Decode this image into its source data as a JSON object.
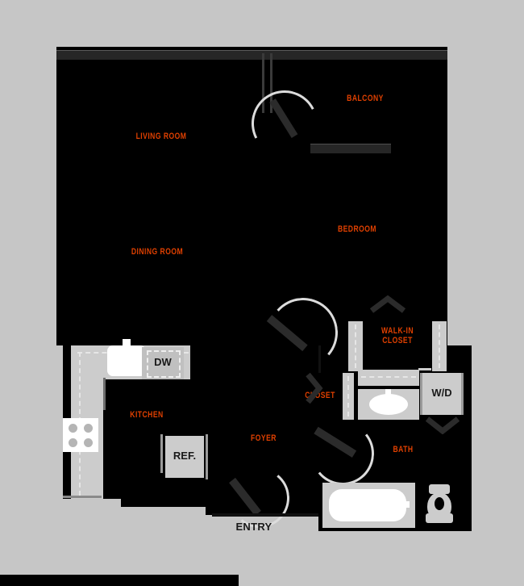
{
  "plan": {
    "title": "Apartment floor plan",
    "unit_type": "one bedroom",
    "colors": {
      "background": "#c6c6c6",
      "walls": "#000000",
      "floor": "#000000",
      "fixture": "#cccccc",
      "label_accent": "#e04000",
      "label_dark": "#1a1a1a",
      "railing": "#262626"
    }
  },
  "rooms": [
    {
      "key": "living_room",
      "label": "LIVING ROOM"
    },
    {
      "key": "dining_room",
      "label": "DINING ROOM"
    },
    {
      "key": "balcony",
      "label": "BALCONY"
    },
    {
      "key": "bedroom",
      "label": "BEDROOM"
    },
    {
      "key": "walk_in_closet",
      "label_line1": "WALK-IN",
      "label_line2": "CLOSET"
    },
    {
      "key": "closet",
      "label": "CLOSET"
    },
    {
      "key": "kitchen",
      "label": "KITCHEN"
    },
    {
      "key": "foyer",
      "label": "FOYER"
    },
    {
      "key": "bath",
      "label": "BATH"
    }
  ],
  "appliances": [
    {
      "key": "dishwasher",
      "label": "DW"
    },
    {
      "key": "refrigerator",
      "label": "REF."
    },
    {
      "key": "washer_dryer",
      "label": "W/D"
    }
  ],
  "annotations": [
    {
      "key": "entry",
      "label": "ENTRY"
    }
  ]
}
